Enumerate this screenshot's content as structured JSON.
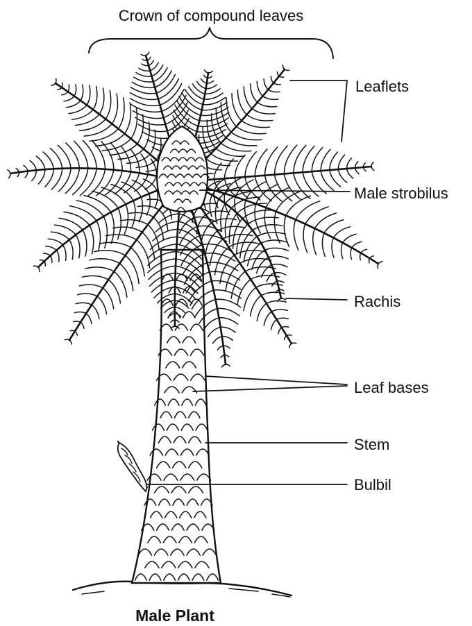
{
  "diagram": {
    "crown_label": "Crown of compound leaves",
    "caption": "Male Plant",
    "labels": [
      {
        "id": "leaflets",
        "text": "Leaflets"
      },
      {
        "id": "male-strobilus",
        "text": "Male strobilus"
      },
      {
        "id": "rachis",
        "text": "Rachis"
      },
      {
        "id": "leaf-bases",
        "text": "Leaf bases"
      },
      {
        "id": "stem",
        "text": "Stem"
      },
      {
        "id": "bulbil",
        "text": "Bulbil"
      }
    ]
  }
}
